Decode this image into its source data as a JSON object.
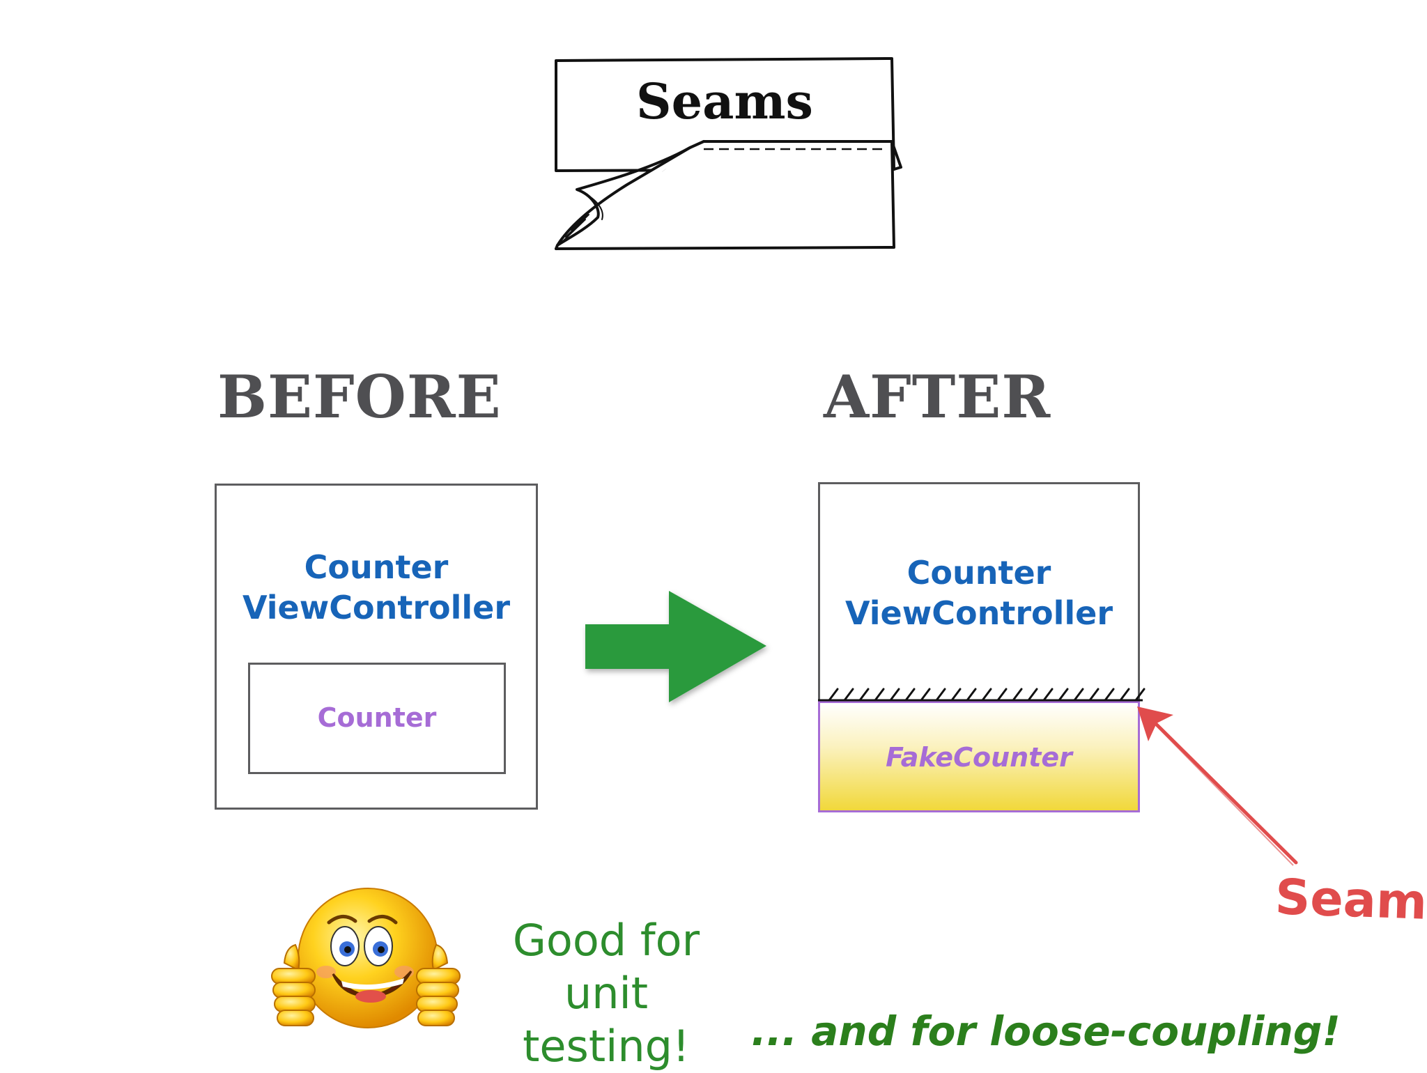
{
  "title": "Seams",
  "before": {
    "heading": "BEFORE",
    "outer_label_line1": "Counter",
    "outer_label_line2": "ViewController",
    "inner_label": "Counter"
  },
  "after": {
    "heading": "AFTER",
    "outer_label_line1": "Counter",
    "outer_label_line2": "ViewController",
    "fake_label": "FakeCounter"
  },
  "seam_annotation": "Seam",
  "good_line1": "Good for",
  "good_line2": "unit testing!",
  "loose_coupling": "... and for loose-coupling!",
  "icons": [
    "folded-paper-banner-icon",
    "green-right-arrow-icon",
    "red-pointer-arrow-icon",
    "thumbs-up-smiley-icon"
  ],
  "colors": {
    "class_label": "#1764b8",
    "inner_label": "#a66cd6",
    "arrow": "#2a9a3e",
    "seam": "#e04c4c",
    "good_text": "#2d8d2d",
    "fake_fill": "#f1d83a"
  }
}
